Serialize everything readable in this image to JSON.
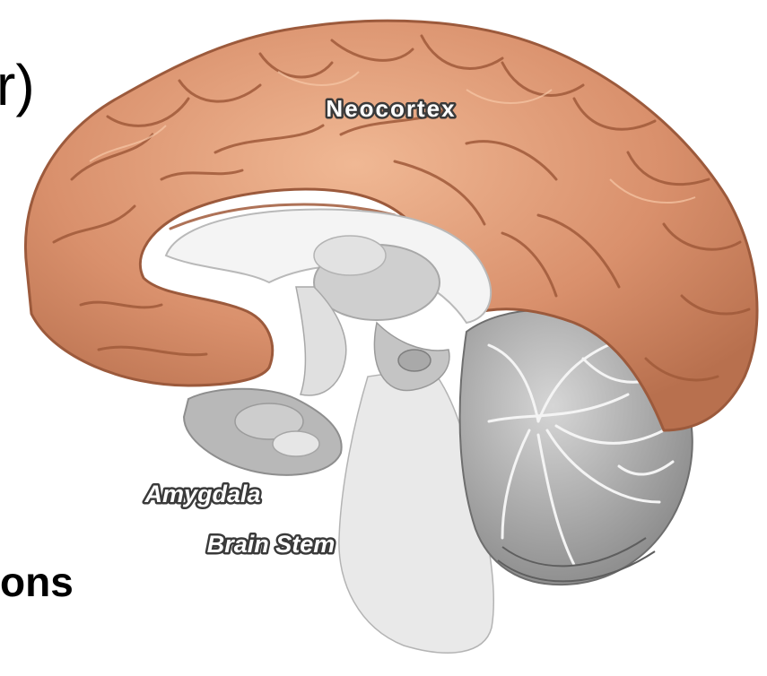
{
  "slide": {
    "partial_heading_fragment": "r)",
    "partial_heading_suffix": "ons"
  },
  "diagram": {
    "labels": {
      "neocortex": "Neocortex",
      "amygdala": "Amygdala",
      "brain_stem": "Brain Stem"
    },
    "colors": {
      "cortex_fill": "#d9906c",
      "cortex_dark": "#a85f3f",
      "cortex_light": "#f0b894",
      "inner_gray": "#dcdcdc",
      "mid_gray": "#b4b4b4",
      "dark_gray": "#8a8a8a",
      "cerebellum_dark": "#7a7a7a",
      "label_fill": "#ffffff",
      "label_stroke": "#3a3a3a"
    }
  }
}
